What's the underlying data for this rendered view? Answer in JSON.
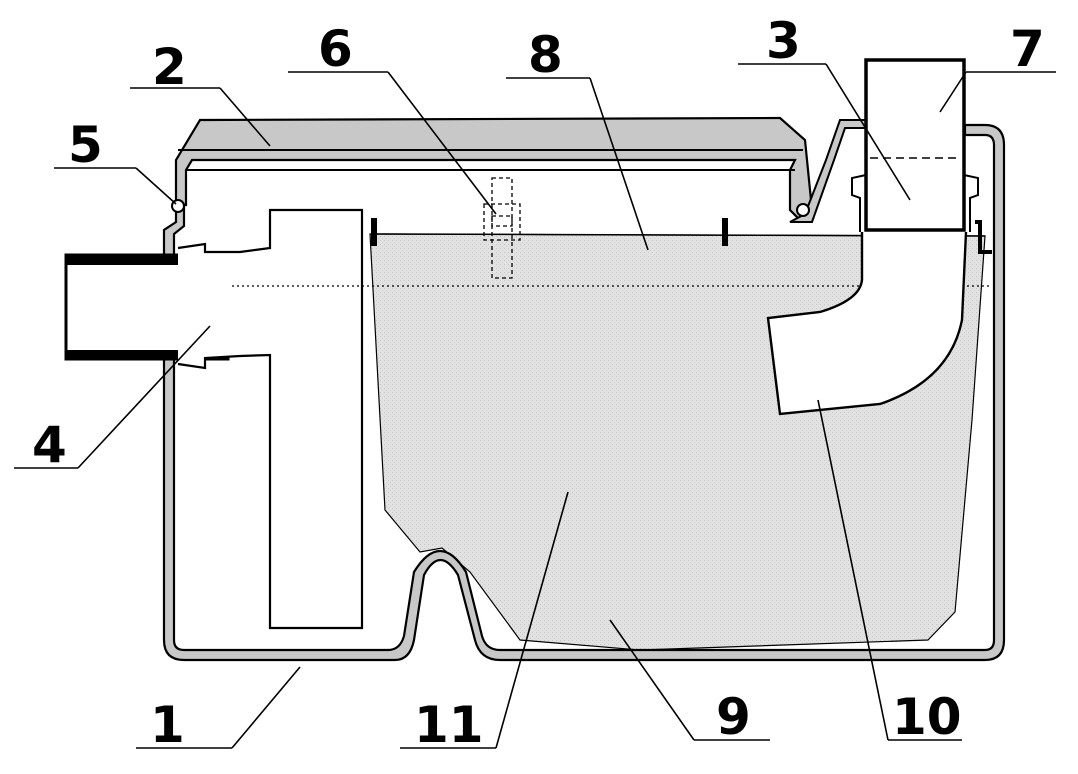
{
  "callouts": [
    {
      "id": "1",
      "text": "1"
    },
    {
      "id": "2",
      "text": "2"
    },
    {
      "id": "3",
      "text": "3"
    },
    {
      "id": "4",
      "text": "4"
    },
    {
      "id": "5",
      "text": "5"
    },
    {
      "id": "6",
      "text": "6"
    },
    {
      "id": "7",
      "text": "7"
    },
    {
      "id": "8",
      "text": "8"
    },
    {
      "id": "9",
      "text": "9"
    },
    {
      "id": "10",
      "text": "10"
    },
    {
      "id": "11",
      "text": "11"
    }
  ],
  "colors": {
    "line": "#000000",
    "wall_fill": "#c8c8c8",
    "liquid_fill": "#e0e0e0",
    "background": "#ffffff"
  }
}
